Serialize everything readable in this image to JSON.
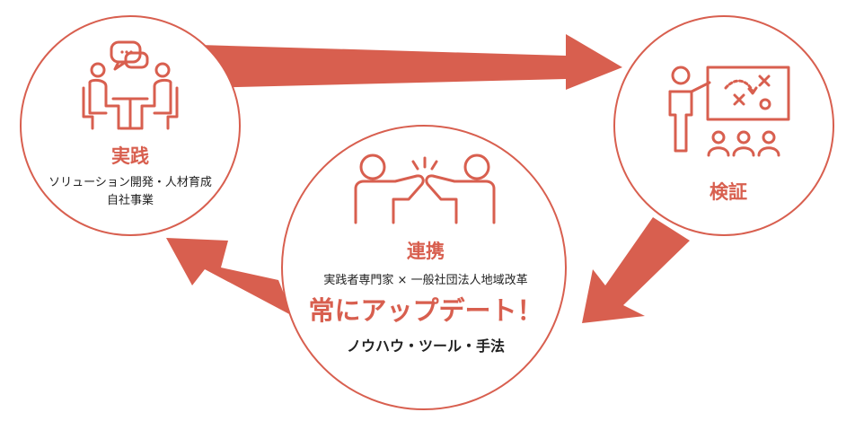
{
  "colors": {
    "accent": "#d85f4f",
    "text": "#222222",
    "background": "#ffffff"
  },
  "practice": {
    "title": "実践",
    "line1": "ソリューション開発・人材育成",
    "line2": "自社事業",
    "icon": "meeting-icon"
  },
  "verification": {
    "title": "検証",
    "icon": "presentation-icon"
  },
  "collaboration": {
    "title": "連携",
    "subtitle": "実践者専門家 × 一般社団法人地域改革",
    "headline": "常にアップデート！",
    "caption": "ノウハウ・ツール・手法",
    "icon": "high-five-icon"
  }
}
